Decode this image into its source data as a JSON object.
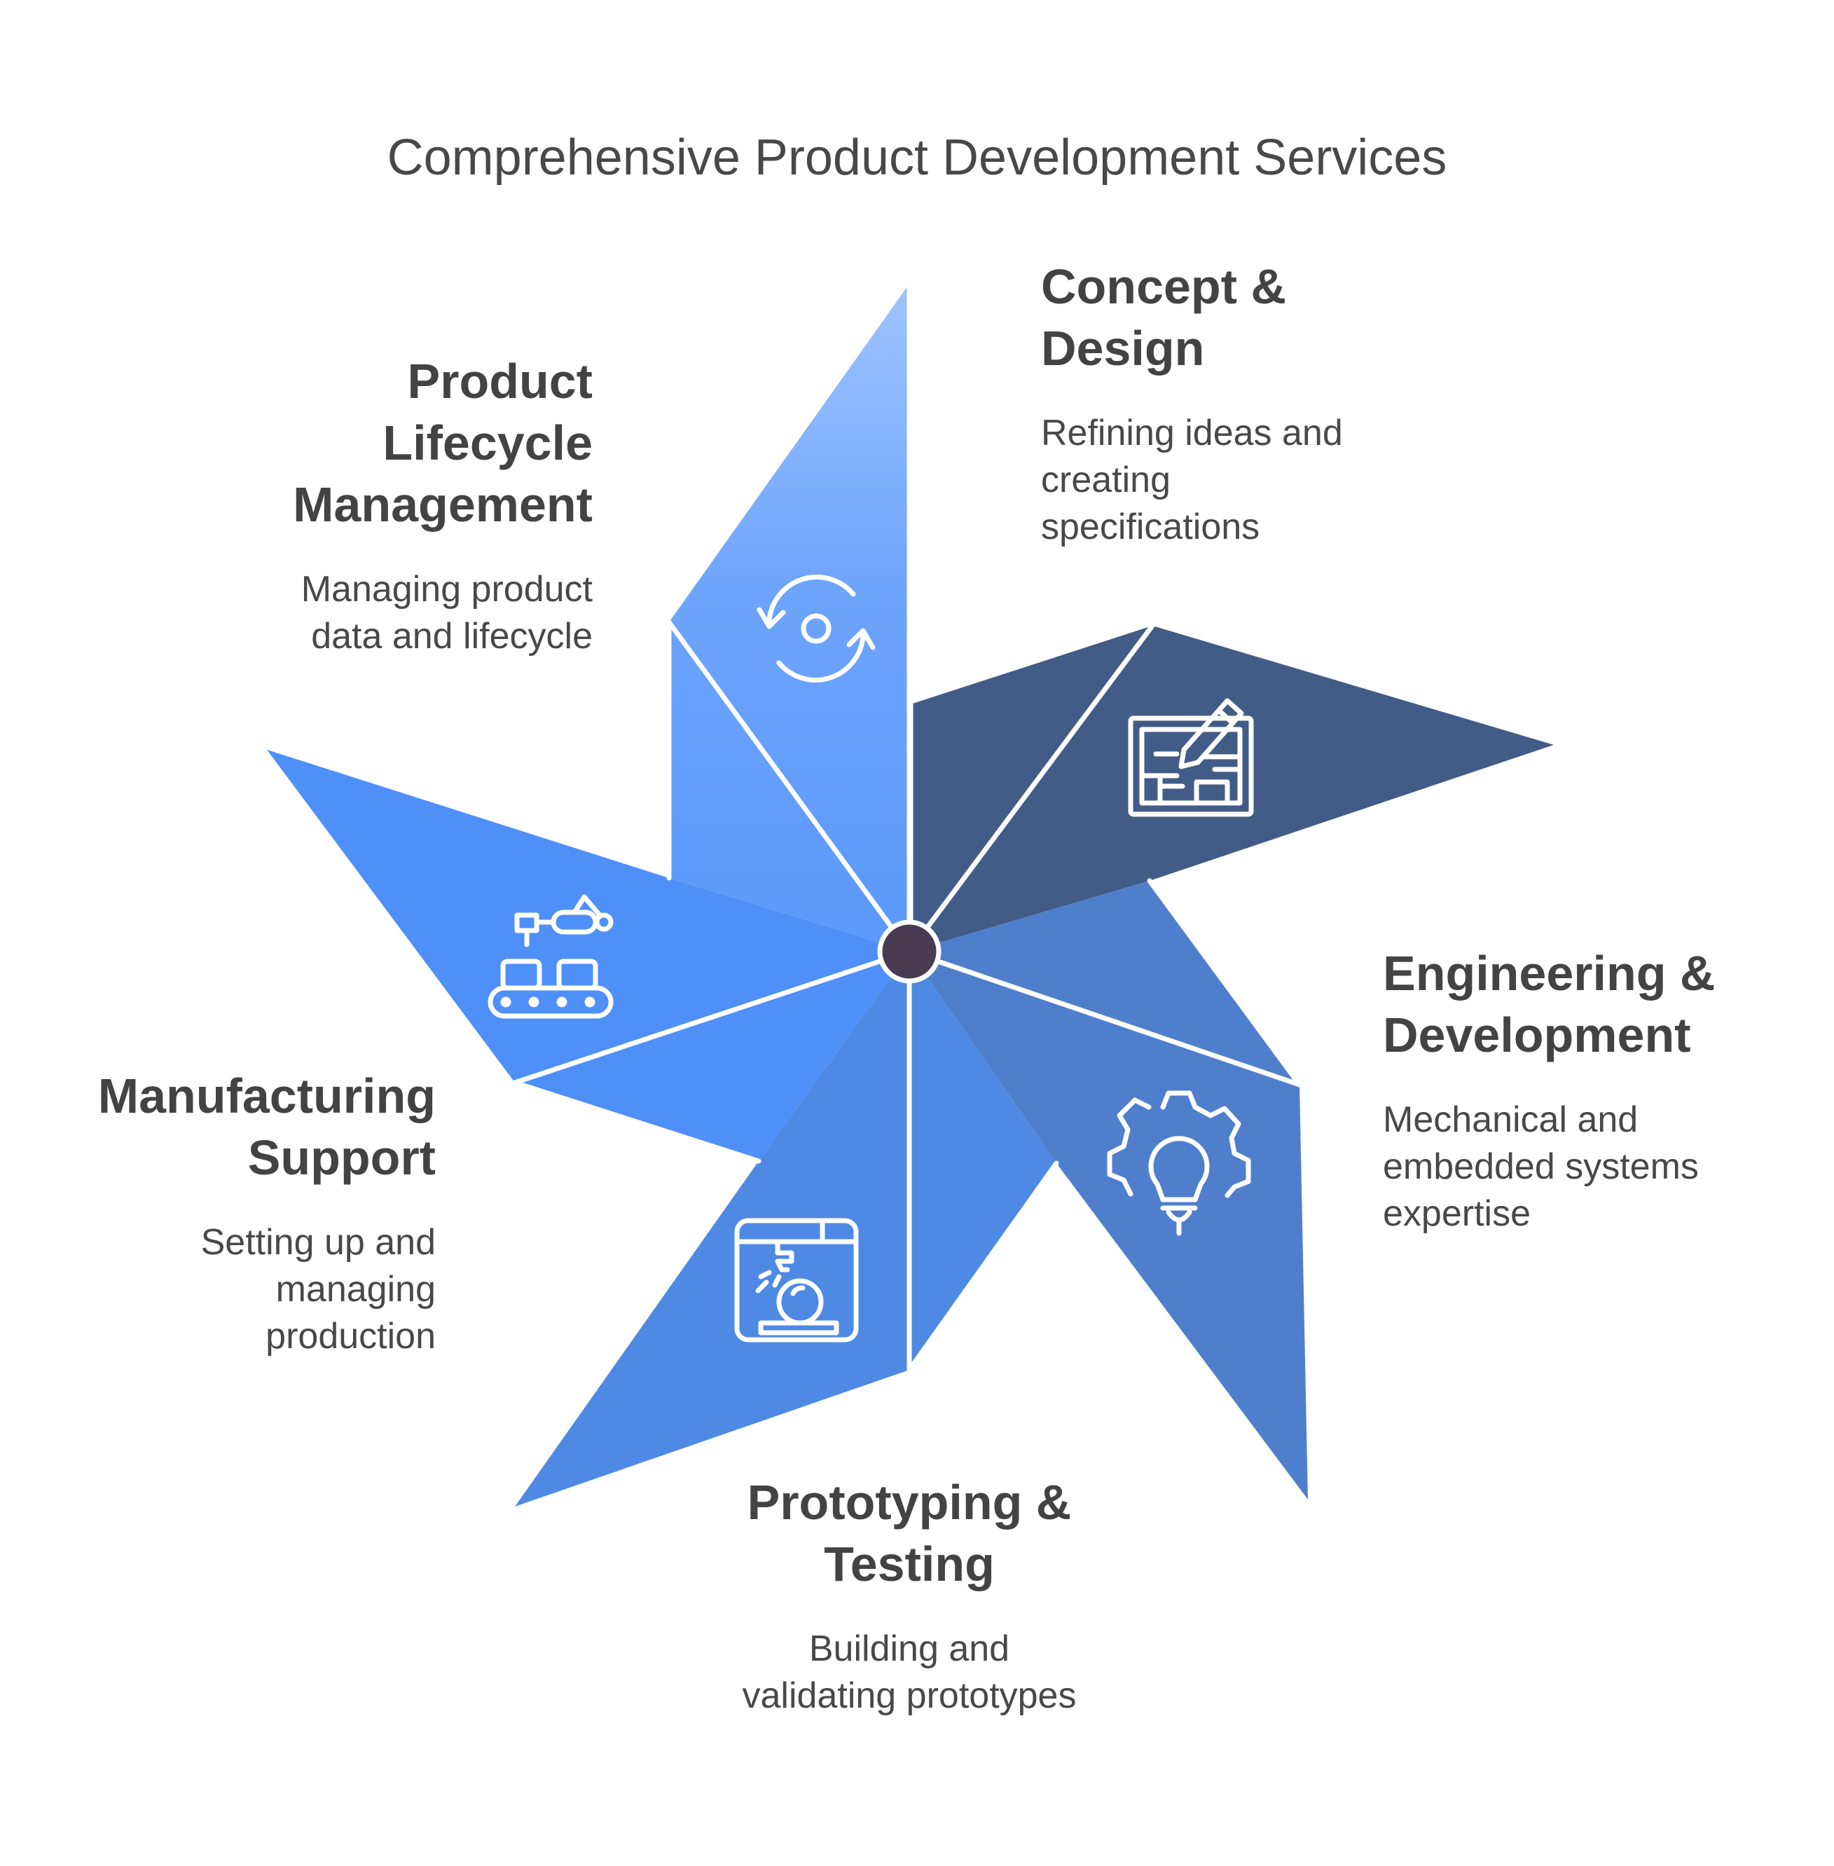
{
  "title": "Comprehensive Product Development Services",
  "colors": {
    "concept": "#425C87",
    "engineering": "#4F7FCC",
    "prototyping": "#4E89E4",
    "manufacturing": "#4F8FF8",
    "lifecycle": "#6EA5FC",
    "hub": "#4A3B52",
    "divider": "#FFFFFF"
  },
  "segments": [
    {
      "id": "concept",
      "heading_lines": [
        "Concept &",
        "Design"
      ],
      "description_lines": [
        "Refining ideas and",
        "creating",
        "specifications"
      ],
      "icon": "blueprint-pencil-icon"
    },
    {
      "id": "engineering",
      "heading_lines": [
        "Engineering &",
        "Development"
      ],
      "description_lines": [
        "Mechanical and",
        "embedded systems",
        "expertise"
      ],
      "icon": "gear-lightbulb-icon"
    },
    {
      "id": "prototyping",
      "heading_lines": [
        "Prototyping &",
        "Testing"
      ],
      "description_lines": [
        "Building and",
        "validating prototypes"
      ],
      "icon": "3d-printer-icon"
    },
    {
      "id": "manufacturing",
      "heading_lines": [
        "Manufacturing",
        "Support"
      ],
      "description_lines": [
        "Setting up and",
        "managing",
        "production"
      ],
      "icon": "conveyor-robot-arm-icon"
    },
    {
      "id": "lifecycle",
      "heading_lines": [
        "Product",
        "Lifecycle",
        "Management"
      ],
      "description_lines": [
        "Managing product",
        "data and lifecycle"
      ],
      "icon": "cycle-arrows-icon"
    }
  ]
}
